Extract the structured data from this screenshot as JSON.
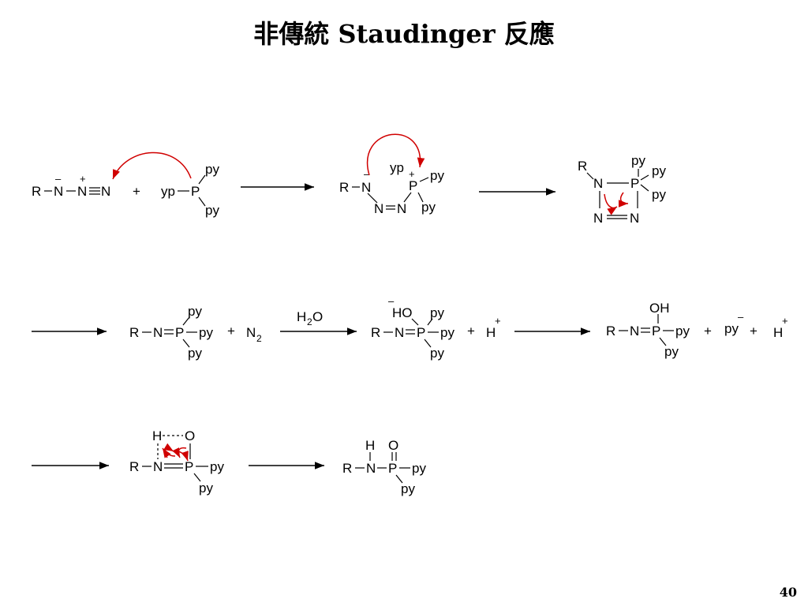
{
  "slide": {
    "title": "非傳統 Staudinger 反應",
    "page_number": "40"
  },
  "labels": {
    "R": "R",
    "N": "N",
    "P": "P",
    "O": "O",
    "H": "H",
    "py": "py",
    "yp": "yp",
    "OH": "OH",
    "HO": "HO",
    "plus": "+",
    "minus": "–",
    "two": "2"
  },
  "colors": {
    "curly_arrow": "#d00000",
    "text": "#000000"
  }
}
